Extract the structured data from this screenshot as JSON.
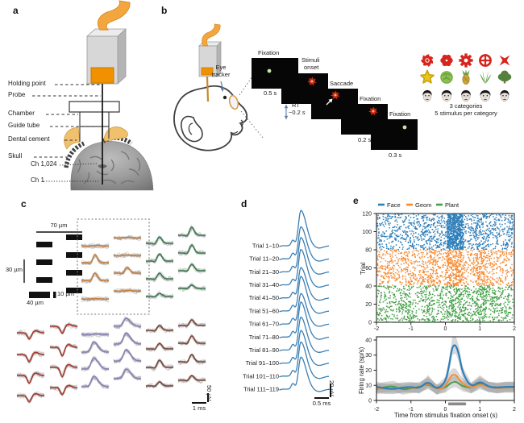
{
  "colors": {
    "ribbon_orange": "#f3a63e",
    "connector_orange": "#f29100",
    "spike_blue": "#3b7fb5",
    "stimulus_red": "#d6251c"
  },
  "panel_a": {
    "label": "a",
    "callouts": [
      "Holding point",
      "Probe",
      "Chamber",
      "Guide tube",
      "Dental cement",
      "Skull"
    ],
    "channel_top": "Ch 1,024",
    "channel_bottom": "Ch 1"
  },
  "panel_b": {
    "label": "b",
    "eye_tracker": [
      "Eye",
      "tracker"
    ],
    "rt": [
      "RT",
      "~0.2 s"
    ],
    "note": [
      "3 categories",
      "5 stimulus per category"
    ],
    "screens": [
      {
        "name": "fixation-1",
        "title": "Fixation",
        "duration": "0.5 s",
        "stim": "fixation-dot"
      },
      {
        "name": "stimuli-onset",
        "title": "Stimuli onset",
        "duration": "",
        "stim": "red-star"
      },
      {
        "name": "saccade",
        "title": "Saccade",
        "duration": "",
        "stim": "red-star-with-arrow"
      },
      {
        "name": "fixation-2",
        "title": "Fixation",
        "duration": "0.2 s",
        "stim": "red-star"
      },
      {
        "name": "fixation-3",
        "title": "Fixation",
        "duration": "0.3 s",
        "stim": "fixation-dot"
      }
    ],
    "stimulus_rows": [
      "geom",
      "plant",
      "face"
    ]
  },
  "panel_c": {
    "label": "c",
    "dim_70": "70 µm",
    "dim_30": "30 µm",
    "dim_40": "40 µm",
    "dim_10": "10 µm",
    "scale_time": "1 ms",
    "scale_voltage": "50 µV",
    "groups": [
      {
        "name": "orange",
        "color": "#c9803a",
        "cols": [
          {
            "x": 118,
            "cells": [
              [
                "flat",
                0,
                305
              ],
              [
                "bump",
                10,
                326
              ],
              [
                "bump",
                9,
                348
              ],
              [
                "flat",
                0,
                371
              ]
            ]
          },
          {
            "x": 158,
            "cells": [
              [
                "flat",
                0,
                295
              ],
              [
                "flat",
                0,
                317
              ],
              [
                "bump",
                7,
                339
              ],
              [
                "flat",
                0,
                361
              ]
            ]
          }
        ]
      },
      {
        "name": "green",
        "color": "#3d7d4f",
        "cols": [
          {
            "x": 198,
            "cells": [
              [
                "bump",
                8,
                302
              ],
              [
                "bump",
                9,
                324
              ],
              [
                "bump",
                7,
                346
              ],
              [
                "bump",
                4,
                368
              ]
            ]
          },
          {
            "x": 238,
            "cells": [
              [
                "bump",
                10,
                292
              ],
              [
                "bump",
                10,
                314
              ],
              [
                "bump",
                8,
                336
              ],
              [
                "bump",
                4,
                358
              ]
            ]
          }
        ]
      },
      {
        "name": "red",
        "color": "#a63a2e",
        "cols": [
          {
            "x": 38,
            "cells": [
              [
                "trough",
                8,
                413
              ],
              [
                "trough",
                9,
                440
              ],
              [
                "trough",
                10,
                466
              ],
              [
                "trough",
                8,
                491
              ]
            ]
          },
          {
            "x": 79,
            "cells": [
              [
                "trough",
                9,
                405
              ],
              [
                "trough",
                11,
                431
              ],
              [
                "trough",
                12,
                456
              ],
              [
                "trough",
                9,
                481
              ]
            ]
          }
        ]
      },
      {
        "name": "purple",
        "color": "#8d7fb8",
        "cols": [
          {
            "x": 118,
            "cells": [
              [
                "flat",
                0,
                415
              ],
              [
                "bigbump",
                13,
                437
              ],
              [
                "bigbump",
                14,
                458
              ],
              [
                "bigbump",
                13,
                480
              ]
            ]
          },
          {
            "x": 158,
            "cells": [
              [
                "bigbump",
                10,
                405
              ],
              [
                "bigbump",
                14,
                427
              ],
              [
                "bigbump",
                14,
                448
              ],
              [
                "bigbump",
                12,
                470
              ]
            ]
          }
        ]
      },
      {
        "name": "brown",
        "color": "#7a4639",
        "cols": [
          {
            "x": 198,
            "cells": [
              [
                "bump",
                6,
                410
              ],
              [
                "bump",
                7,
                433
              ],
              [
                "bump",
                9,
                456
              ],
              [
                "bump",
                5,
                479
              ]
            ]
          },
          {
            "x": 238,
            "cells": [
              [
                "bump",
                7,
                404
              ],
              [
                "bump",
                9,
                426
              ],
              [
                "bump",
                9,
                449
              ],
              [
                "bump",
                6,
                472
              ]
            ]
          }
        ]
      }
    ]
  },
  "panel_d": {
    "label": "d",
    "trials": [
      "Trial 1–10",
      "Trial 11–20",
      "Trial 21–30",
      "Trial 31–40",
      "Trial 41–50",
      "Trial 51–60",
      "Trial 61–70",
      "Trial 71–80",
      "Trial 81–90",
      "Trial 91–100",
      "Trial 101–110",
      "Trial 111–119"
    ],
    "scale_time": "0.5 ms",
    "scale_voltage": "20 µV"
  },
  "panel_e": {
    "label": "e"
  },
  "chart_data": [
    {
      "type": "scatter",
      "subtype": "spike-raster",
      "ylabel": "Trial",
      "xlim": [
        -2,
        2
      ],
      "ylim": [
        0,
        120
      ],
      "xticks": [
        -2,
        -1,
        0,
        1,
        2
      ],
      "yticks": [
        0,
        20,
        40,
        60,
        80,
        100,
        120
      ],
      "legend_position": "top",
      "grid": false,
      "series": [
        {
          "name": "Face",
          "color": "#2e7fba",
          "trial_range": [
            80,
            119
          ],
          "baseline_rate_hz": 8,
          "response_rate_hz": 37,
          "response_window_s": [
            0,
            0.5
          ]
        },
        {
          "name": "Geom",
          "color": "#f68b33",
          "trial_range": [
            40,
            79
          ],
          "baseline_rate_hz": 8,
          "response_rate_hz": 17,
          "response_window_s": [
            0,
            0.5
          ]
        },
        {
          "name": "Plant",
          "color": "#43a047",
          "trial_range": [
            0,
            39
          ],
          "baseline_rate_hz": 8,
          "response_rate_hz": 12,
          "response_window_s": [
            0,
            0.5
          ]
        }
      ]
    },
    {
      "type": "line",
      "xlabel": "Time from stimulus fixation onset (s)",
      "ylabel": "Firing rate (sp/s)",
      "xlim": [
        -2,
        2
      ],
      "ylim": [
        0,
        45
      ],
      "xticks": [
        -2,
        -1,
        0,
        1,
        2
      ],
      "yticks": [
        0,
        10,
        20,
        30,
        40
      ],
      "stimulus_bar_s": [
        0.08,
        0.6
      ],
      "grid": false,
      "x": [
        -2,
        -1.75,
        -1.5,
        -1.25,
        -1,
        -0.75,
        -0.5,
        -0.25,
        0,
        0.1,
        0.2,
        0.3,
        0.4,
        0.5,
        0.75,
        1,
        1.25,
        1.5,
        1.75,
        2
      ],
      "series": [
        {
          "name": "Face",
          "color": "#2e7fba",
          "values": [
            9,
            8,
            7.5,
            8.5,
            9,
            8,
            13,
            7,
            12,
            22,
            36,
            37,
            30,
            18,
            8.5,
            13,
            9,
            8.5,
            9,
            9
          ]
        },
        {
          "name": "Geom",
          "color": "#f68b33",
          "values": [
            8,
            7.5,
            8,
            8.5,
            8.5,
            8,
            12,
            7,
            9,
            14,
            17,
            17,
            14,
            11,
            8,
            11,
            9,
            8,
            8.5,
            8.5
          ]
        },
        {
          "name": "Plant",
          "color": "#43a047",
          "values": [
            7.5,
            9,
            9.5,
            7,
            8,
            9,
            11,
            7.5,
            8.5,
            10.5,
            12,
            12.5,
            11,
            9.5,
            8,
            12,
            9,
            8,
            9,
            9
          ]
        }
      ]
    }
  ]
}
